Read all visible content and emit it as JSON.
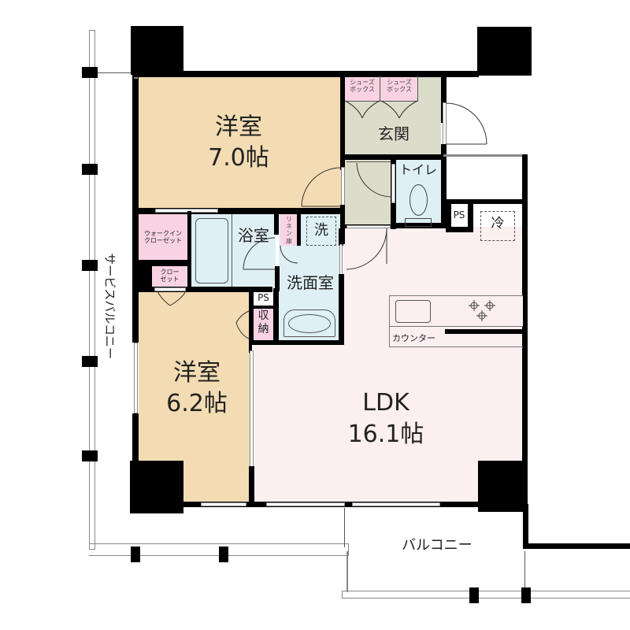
{
  "floorplan": {
    "rooms": {
      "western_room_1": {
        "name": "洋室",
        "size": "7.0帖",
        "color": "#f3dcb3"
      },
      "western_room_2": {
        "name": "洋室",
        "size": "6.2帖",
        "color": "#f3dcb3"
      },
      "ldk": {
        "name": "LDK",
        "size": "16.1帖",
        "color": "#fbeff0"
      },
      "entrance": {
        "name": "玄関",
        "color": "#dcdccb"
      },
      "bathroom": {
        "name": "浴室",
        "color": "#dff0f5"
      },
      "washroom": {
        "name": "洗面室",
        "color": "#dff0f5"
      },
      "toilet": {
        "name": "トイレ",
        "color": "#dff0f5"
      },
      "walk_in_closet": {
        "name": "ウォークイン\nクローゼット",
        "line1": "ウォークイン",
        "line2": "クローゼット",
        "color": "#f9d3e3"
      },
      "closet": {
        "line1": "クロー",
        "line2": "ゼット",
        "color": "#f9d3e3"
      },
      "storage": {
        "line1": "収",
        "line2": "納",
        "color": "#f9d3e3"
      },
      "linen": {
        "line1": "リ",
        "line2": "ネ",
        "line3": "ン",
        "line4": "庫",
        "color": "#f9d3e3"
      },
      "shoe_box_1": {
        "line1": "シューズ",
        "line2": "ボックス",
        "color": "#f9d3e3"
      },
      "shoe_box_2": {
        "line1": "シューズ",
        "line2": "ボックス",
        "color": "#f9d3e3"
      }
    },
    "labels": {
      "ps_1": "PS",
      "ps_2": "PS",
      "washer": "洗",
      "fridge": "冷",
      "counter": "カウンター",
      "balcony": "バルコニー",
      "service_balcony": "サービスバルコニー"
    },
    "colors": {
      "wall": "#000000",
      "rail": "#888888"
    }
  }
}
